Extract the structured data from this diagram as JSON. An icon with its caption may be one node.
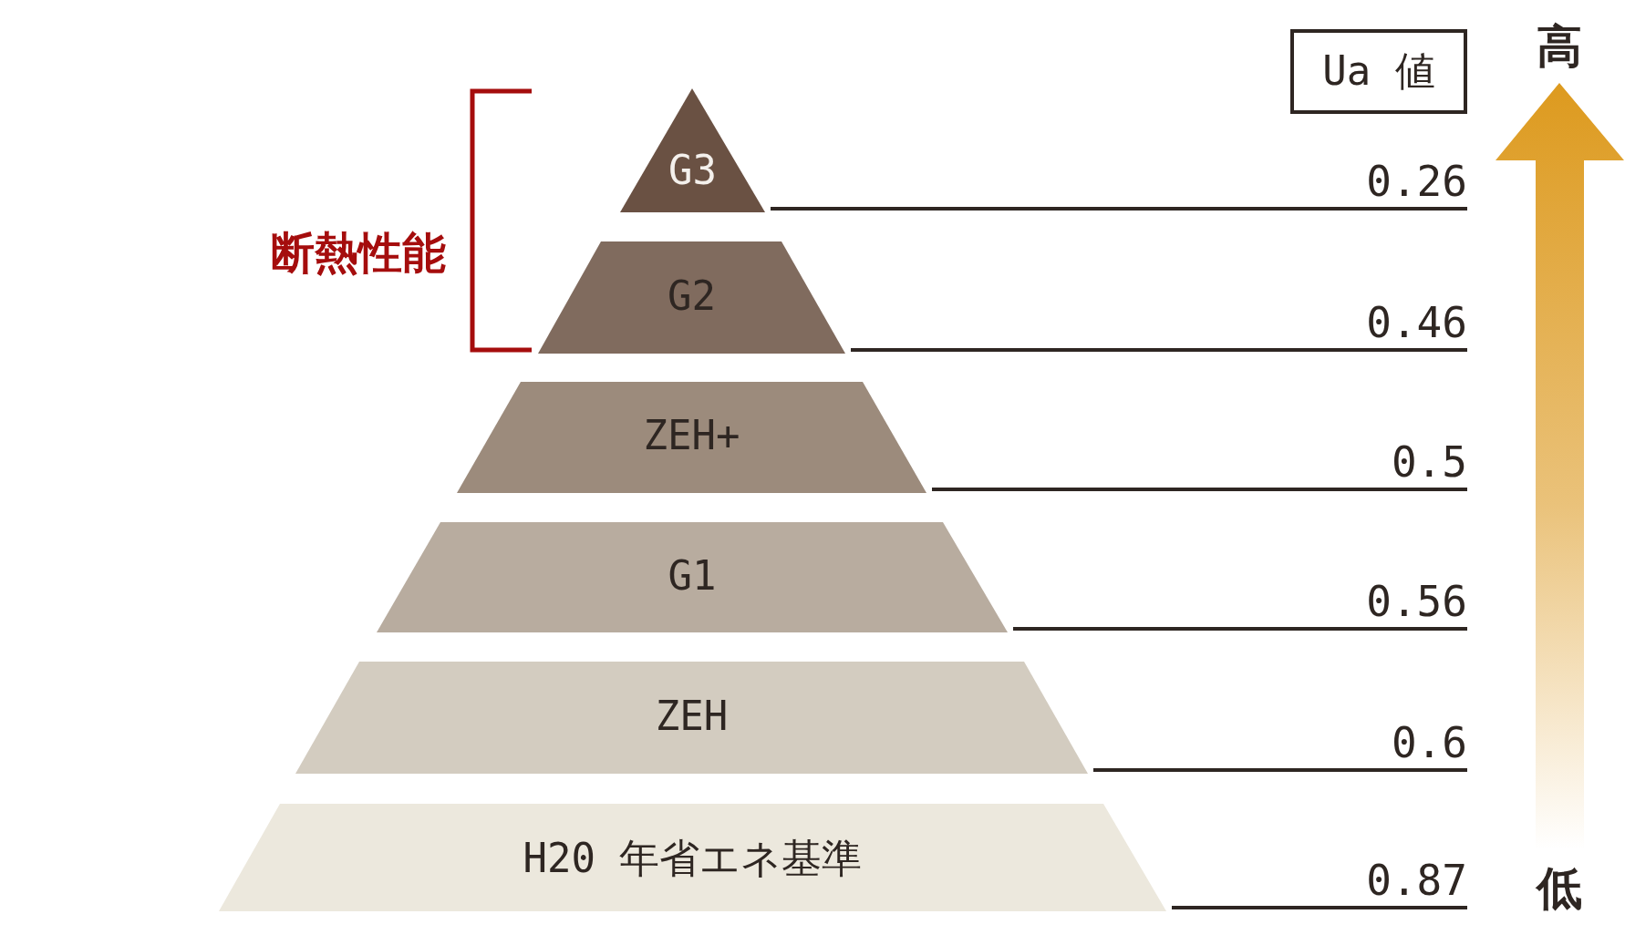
{
  "diagram": {
    "nodes": [
      {
        "text": [
          "Ua 値"
        ]
      },
      {
        "text": [
          "G3"
        ]
      },
      {
        "text": [
          "G2"
        ]
      },
      {
        "text": [
          "ZEH+"
        ]
      },
      {
        "text": [
          "G1"
        ]
      },
      {
        "text": [
          "ZEH"
        ]
      },
      {
        "text": [
          "H20 年省エネ基準"
        ]
      },
      {
        "text": [
          "0.26"
        ]
      },
      {
        "text": [
          "0.46"
        ]
      },
      {
        "text": [
          "0.5"
        ]
      },
      {
        "text": [
          "0.56"
        ]
      },
      {
        "text": [
          "0.6"
        ]
      },
      {
        "text": [
          "0.87"
        ]
      }
    ],
    "edges": [
      {
        "from": 1,
        "to": 7,
        "arrow": "none"
      },
      {
        "from": 2,
        "to": 8,
        "arrow": "none"
      },
      {
        "from": 3,
        "to": 9,
        "arrow": "none"
      },
      {
        "from": 4,
        "to": 10,
        "arrow": "none"
      },
      {
        "from": 5,
        "to": 11,
        "arrow": "none"
      },
      {
        "from": 6,
        "to": 12,
        "arrow": "none"
      }
    ],
    "labels": [
      "高",
      "断熱性能",
      "低"
    ]
  }
}
